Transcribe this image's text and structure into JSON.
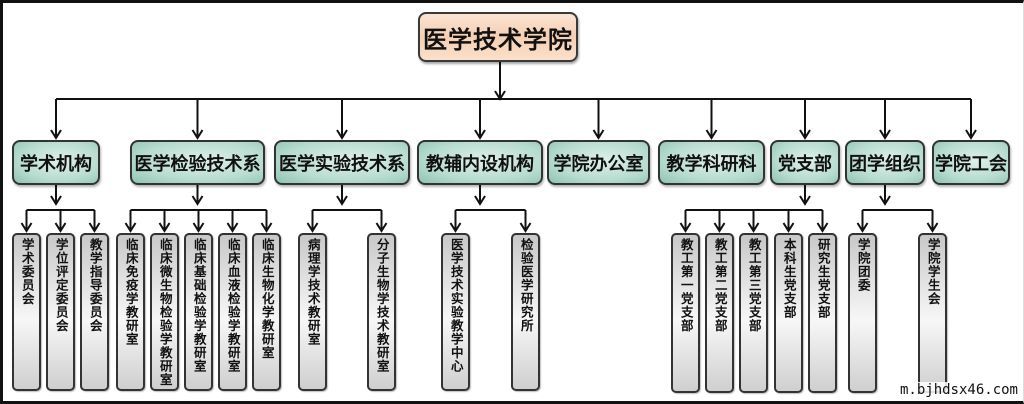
{
  "title": "医学技术学院",
  "departments": [
    {
      "name": "学术机构",
      "children": [
        "学术委员会",
        "学位评定委员会",
        "教学指导委员会"
      ]
    },
    {
      "name": "医学检验技术系",
      "children": [
        "临床免疫学教研室",
        "临床微生物检验学教研室",
        "临床基础检验学教研室",
        "临床血液检验学教研室",
        "临床生物化学教研室"
      ]
    },
    {
      "name": "医学实验技术系",
      "children": [
        "病理学技术教研室",
        "分子生物学技术教研室"
      ]
    },
    {
      "name": "教辅内设机构",
      "children": [
        "医学技术实验教学中心",
        "检验医学研究所"
      ]
    },
    {
      "name": "学院办公室",
      "children": []
    },
    {
      "name": "教学科研科",
      "children": []
    },
    {
      "name": "党支部",
      "children": [
        "教工第一党支部",
        "教工第二党支部",
        "教工第三党支部",
        "本科生党支部",
        "研究生党支部"
      ]
    },
    {
      "name": "团学组织",
      "children": [
        "学院团委",
        "学院学生会"
      ]
    },
    {
      "name": "学院工会",
      "children": []
    }
  ],
  "watermark": "m.bjhdsx46.com",
  "colors": {
    "root_fill": "#f5cfb3",
    "dept_fill": "#b8dcd0",
    "unit_fill": "#e6e6e6",
    "line": "#111111"
  }
}
